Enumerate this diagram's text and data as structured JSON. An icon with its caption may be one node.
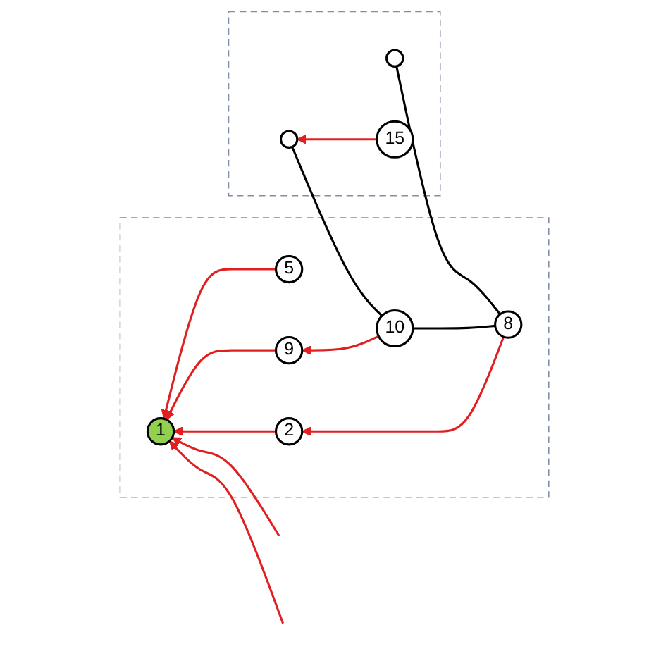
{
  "diagram": {
    "nodes": [
      {
        "text": [],
        "shape": "box"
      },
      {
        "text": [
          "1"
        ],
        "in": 0
      },
      {
        "text": [
          "2"
        ],
        "in": 0
      },
      {
        "text": [
          "8"
        ],
        "in": 0
      },
      {
        "text": [
          "9"
        ],
        "in": 0
      },
      {
        "text": [
          "10"
        ],
        "in": 0
      },
      {
        "text": [
          "5"
        ],
        "in": 0
      },
      {
        "text": [],
        "shape": "box"
      },
      {
        "text": [],
        "shape": "circle",
        "in": 7
      },
      {
        "text": [],
        "shape": "circle",
        "in": 7
      },
      {
        "text": [
          "15"
        ],
        "in": 7
      }
    ],
    "edges": [
      {
        "from": null,
        "to": 1,
        "arrow": "to"
      },
      {
        "from": null,
        "to": 1,
        "arrow": "to"
      },
      {
        "from": 2,
        "to": 1,
        "arrow": "to"
      },
      {
        "from": 4,
        "to": 1,
        "arrow": "to"
      },
      {
        "from": 6,
        "to": 1,
        "arrow": "to"
      },
      {
        "from": 3,
        "to": 2,
        "arrow": "to"
      },
      {
        "from": 5,
        "to": 4,
        "arrow": "to"
      },
      {
        "from": 3,
        "to": 5,
        "arrow": "none",
        "color": "#000000"
      },
      {
        "from": 3,
        "to": 8,
        "arrow": "none",
        "color": "#000000"
      },
      {
        "from": 5,
        "to": 9,
        "arrow": "none",
        "color": "#000000"
      },
      {
        "from": 10,
        "to": 9,
        "arrow": "to"
      }
    ]
  }
}
